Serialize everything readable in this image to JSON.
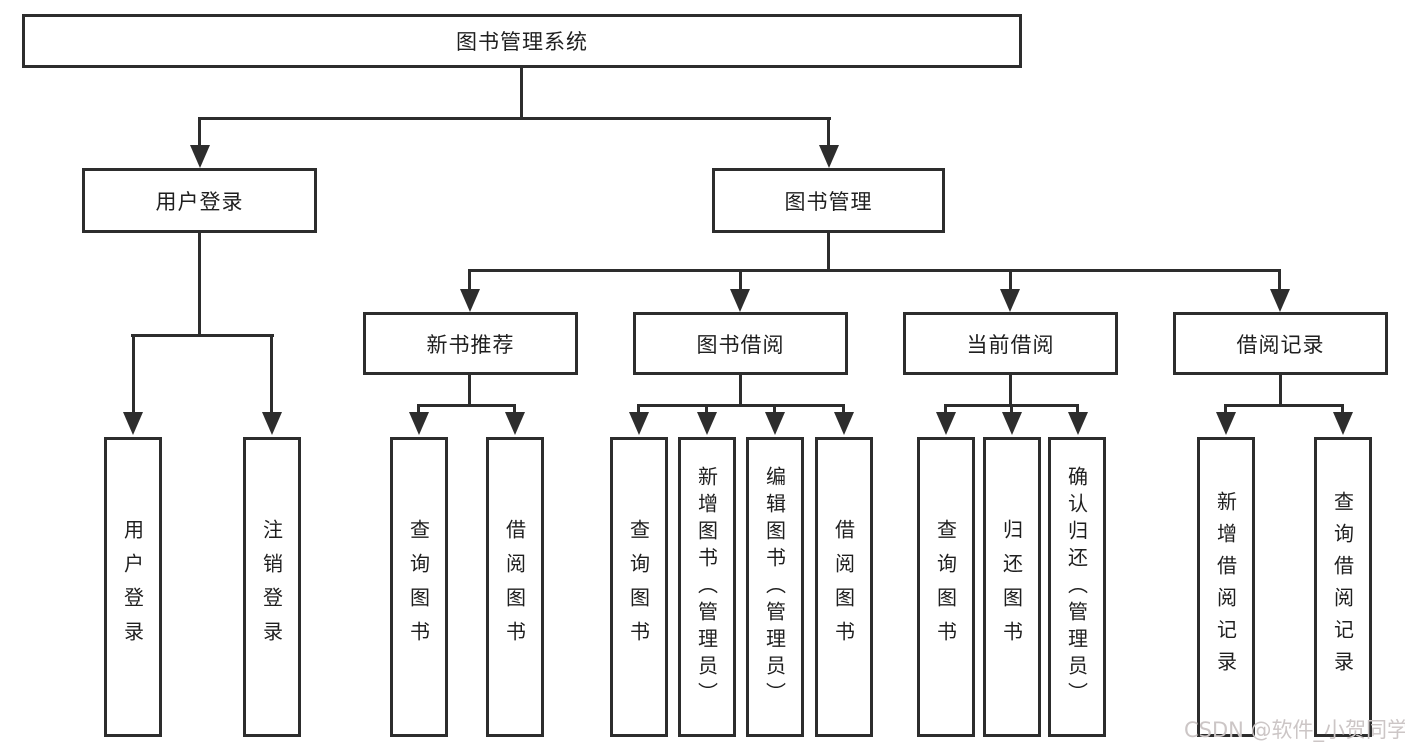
{
  "colors": {
    "line": "#2d2d2d",
    "box_border": "#2d2d2d",
    "text": "#1f1f1f",
    "background": "#ffffff",
    "watermark": "#ccc6c6"
  },
  "watermark": {
    "text": "CSDN @软件_小贺同学"
  },
  "tree": {
    "root": {
      "label": "图书管理系统"
    },
    "branches": [
      {
        "label": "用户登录",
        "children": [
          {
            "label": "用户登录"
          },
          {
            "label": "注销登录"
          }
        ]
      },
      {
        "label": "图书管理",
        "children": [
          {
            "label": "新书推荐",
            "children": [
              {
                "label": "查询图书"
              },
              {
                "label": "借阅图书"
              }
            ]
          },
          {
            "label": "图书借阅",
            "children": [
              {
                "label": "查询图书"
              },
              {
                "label": "新增图书（管理员）"
              },
              {
                "label": "编辑图书（管理员）"
              },
              {
                "label": "借阅图书"
              }
            ]
          },
          {
            "label": "当前借阅",
            "children": [
              {
                "label": "查询图书"
              },
              {
                "label": "归还图书"
              },
              {
                "label": "确认归还（管理员）"
              }
            ]
          },
          {
            "label": "借阅记录",
            "children": [
              {
                "label": "新增借阅记录"
              },
              {
                "label": "查询借阅记录"
              }
            ]
          }
        ]
      }
    ]
  }
}
